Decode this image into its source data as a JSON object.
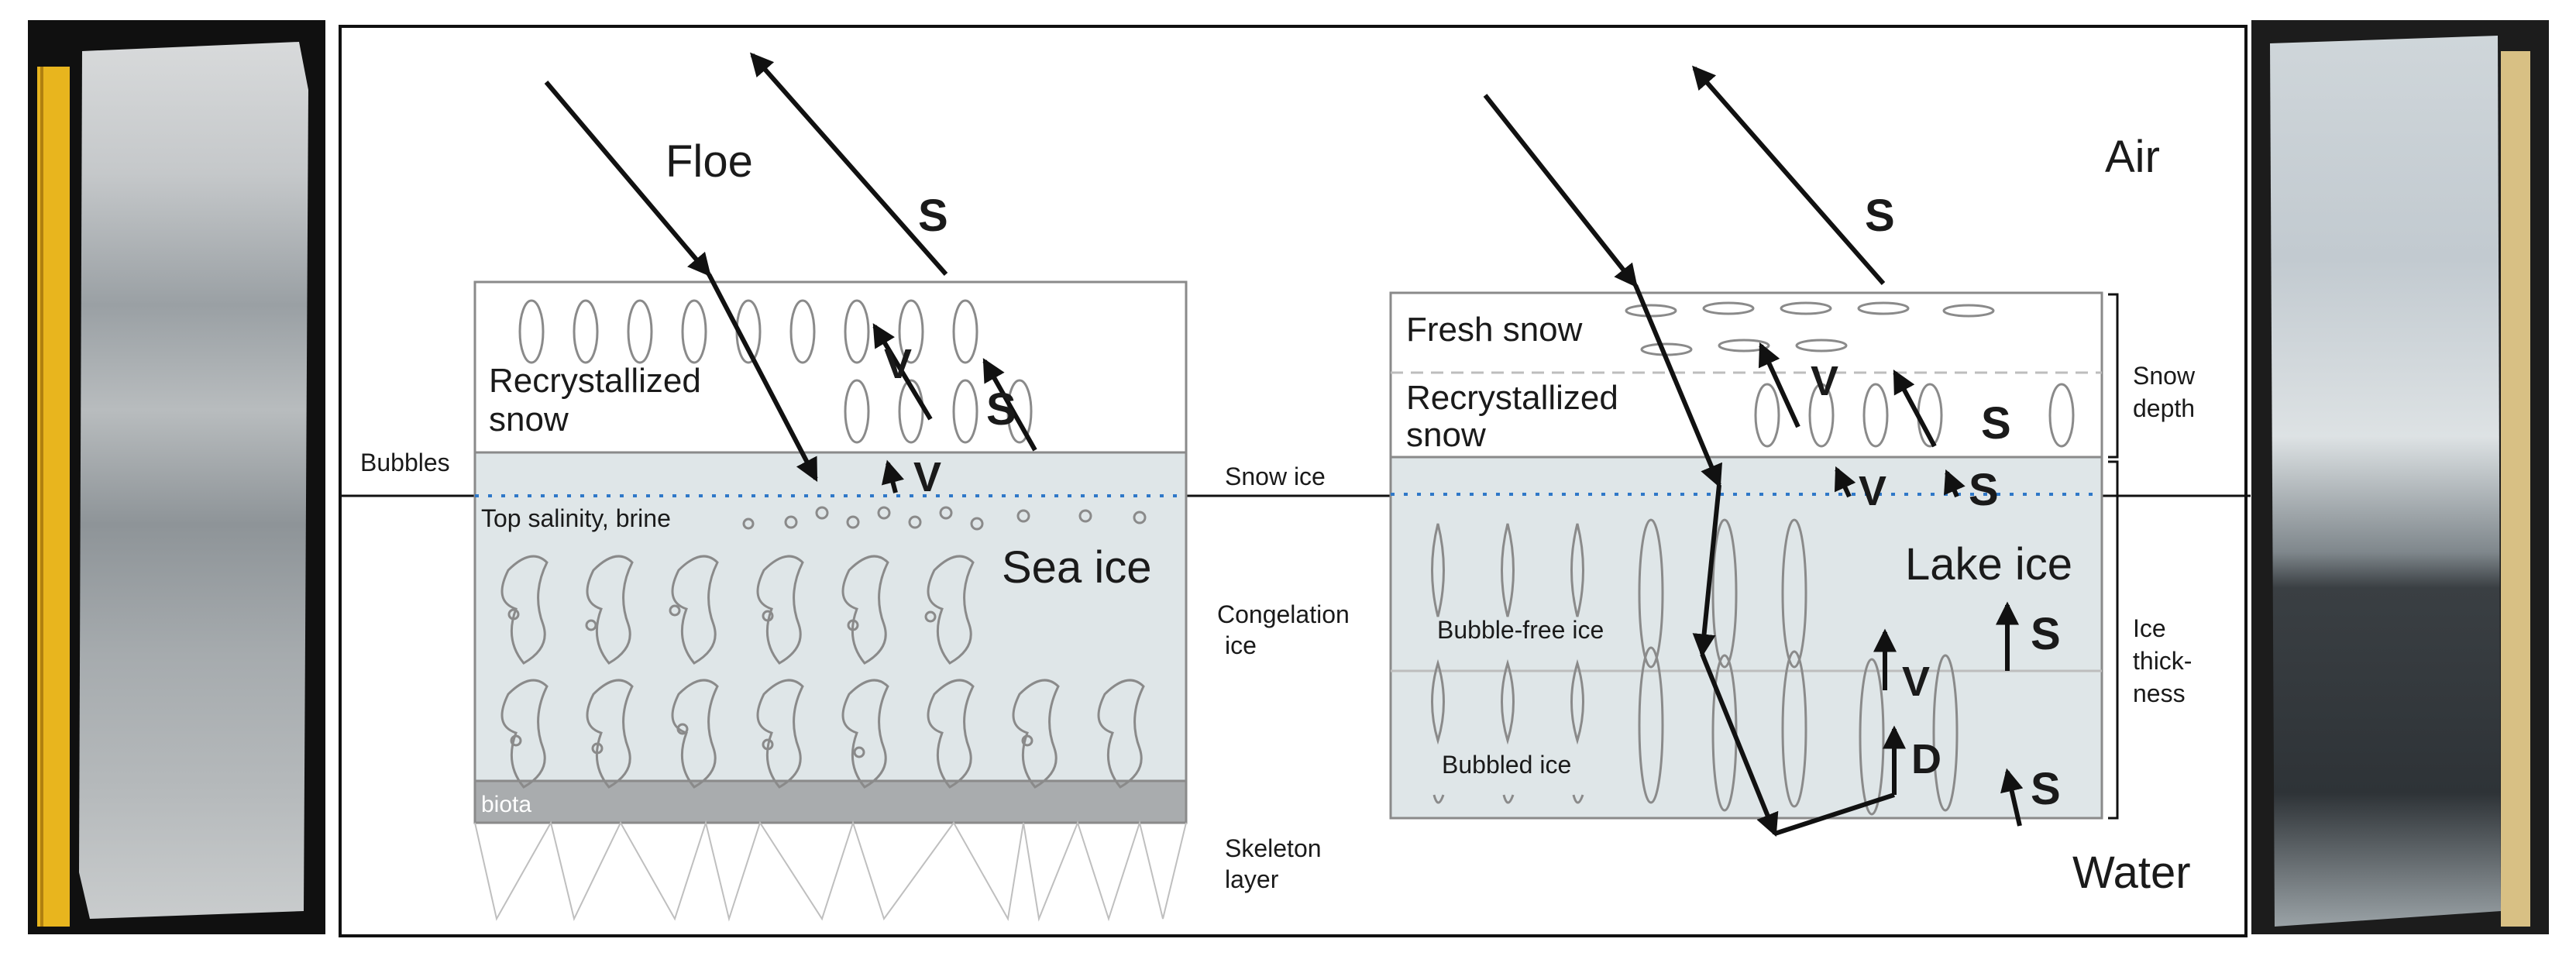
{
  "sea_side": {
    "floe_label": "Floe",
    "arrow_s_label": "S",
    "recrystallized_snow": [
      "Recrystallized",
      "snow"
    ],
    "v_label": "V",
    "s_label": "S",
    "bubbles_label": "Bubbles",
    "top_salinity_label": "Top salinity, brine",
    "sea_ice_label": "Sea ice",
    "biota_label": "biota"
  },
  "middle_labels": {
    "snow_ice": "Snow ice",
    "congelation_ice": [
      "Congelation",
      "ice"
    ],
    "skeleton_layer": [
      "Skeleton",
      "layer"
    ]
  },
  "lake_side": {
    "air_label": "Air",
    "arrow_s_label": "S",
    "fresh_snow": "Fresh snow",
    "recrystallized_snow": [
      "Recrystallized",
      "snow"
    ],
    "v_label": "V",
    "s_label": "S",
    "d_label": "D",
    "lake_ice_label": "Lake ice",
    "bubble_free_ice": "Bubble-free ice",
    "bubbled_ice": "Bubbled ice",
    "water_label": "Water",
    "snow_depth": [
      "Snow",
      "depth"
    ],
    "ice_thickness": [
      "Ice",
      "thick-",
      "ness"
    ]
  },
  "colors": {
    "ice_fill": "#dfe6e8",
    "biota_fill": "#a9acae",
    "snow_ice_dots": "#2f78c8",
    "outline": "#8a8a8a",
    "arrow": "#111111"
  },
  "icons": {
    "sea_bubble": "ellipse",
    "brine_pocket": "curved-cell",
    "lake_bubble": "elongated-ellipse"
  }
}
